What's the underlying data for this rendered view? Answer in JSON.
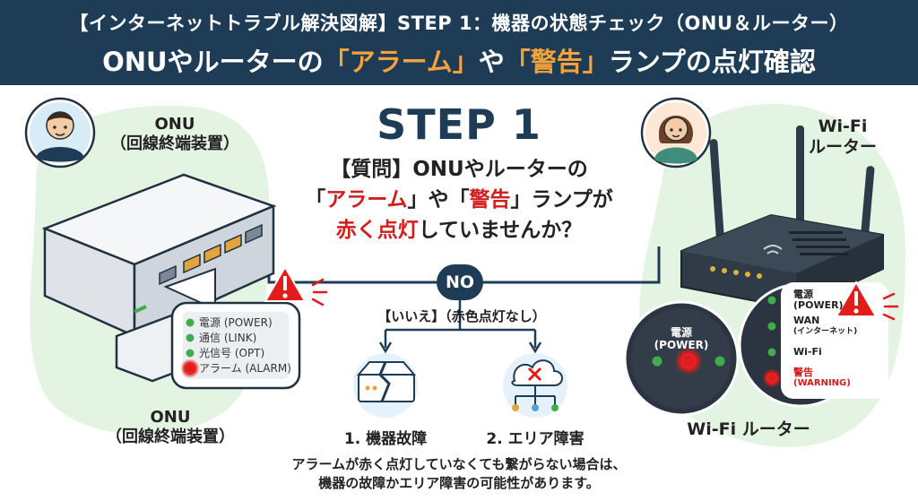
{
  "header": {
    "line1": "【インターネットトラブル解決図解】STEP 1：機器の状態チェック（ONU＆ルーター）",
    "line2_a": "ONUやルーターの",
    "line2_b": "「アラーム」",
    "line2_c": "や",
    "line2_d": "「警告」",
    "line2_e": "ランプの点灯確認"
  },
  "step": {
    "title": "STEP 1"
  },
  "question": {
    "line1": "【質問】ONUやルーターの",
    "line2_a": "「",
    "line2_b": "アラーム",
    "line2_c": "」や「",
    "line2_d": "警告",
    "line2_e": "」ランプが",
    "line3_a": "赤く点灯",
    "line3_b": "していませんか？"
  },
  "onu": {
    "label_top_1": "ONU",
    "label_top_2": "（回線終端装置）",
    "label_bottom_1": "ONU",
    "label_bottom_2": "（回線終端装置）",
    "lamps": [
      {
        "label": "電源 (POWER)",
        "color": "#3fae4a"
      },
      {
        "label": "通信 (LINK)",
        "color": "#3fae4a"
      },
      {
        "label": "光信号 (OPT)",
        "color": "#3fae4a"
      },
      {
        "label": "アラーム (ALARM)",
        "color": "#e21b1b"
      }
    ]
  },
  "router": {
    "label_top_1": "Wi-Fi",
    "label_top_2": "ルーター",
    "label_bottom": "Wi-Fi ルーター",
    "power_label_1": "電源",
    "power_label_2": "(POWER)",
    "lamps": [
      {
        "label1": "電源",
        "label2": "(POWER)",
        "color": "#3fae4a"
      },
      {
        "label1": "WAN",
        "label2": "(インターネット)",
        "color": "#3fae4a"
      },
      {
        "label1": "Wi-Fi",
        "label2": "",
        "color": "#3fae4a"
      },
      {
        "label1": "警告",
        "label2": "(WARNING)",
        "color": "#e21b1b"
      }
    ]
  },
  "flow": {
    "no_label": "NO",
    "branch_label": "【いいえ】（赤色点灯なし）",
    "option1": "1. 機器故障",
    "option2": "2. エリア障害"
  },
  "note": {
    "line1": "アラームが赤く点灯していなくても繋がらない場合は、",
    "line2": "機器の故障かエリア障害の可能性があります。"
  },
  "colors": {
    "header_bg": "#1e3c55",
    "accent_orange": "#f6a23a",
    "alert_red": "#d31c1c",
    "lamp_green": "#3fae4a",
    "bg_green": "#e4f4e2"
  }
}
